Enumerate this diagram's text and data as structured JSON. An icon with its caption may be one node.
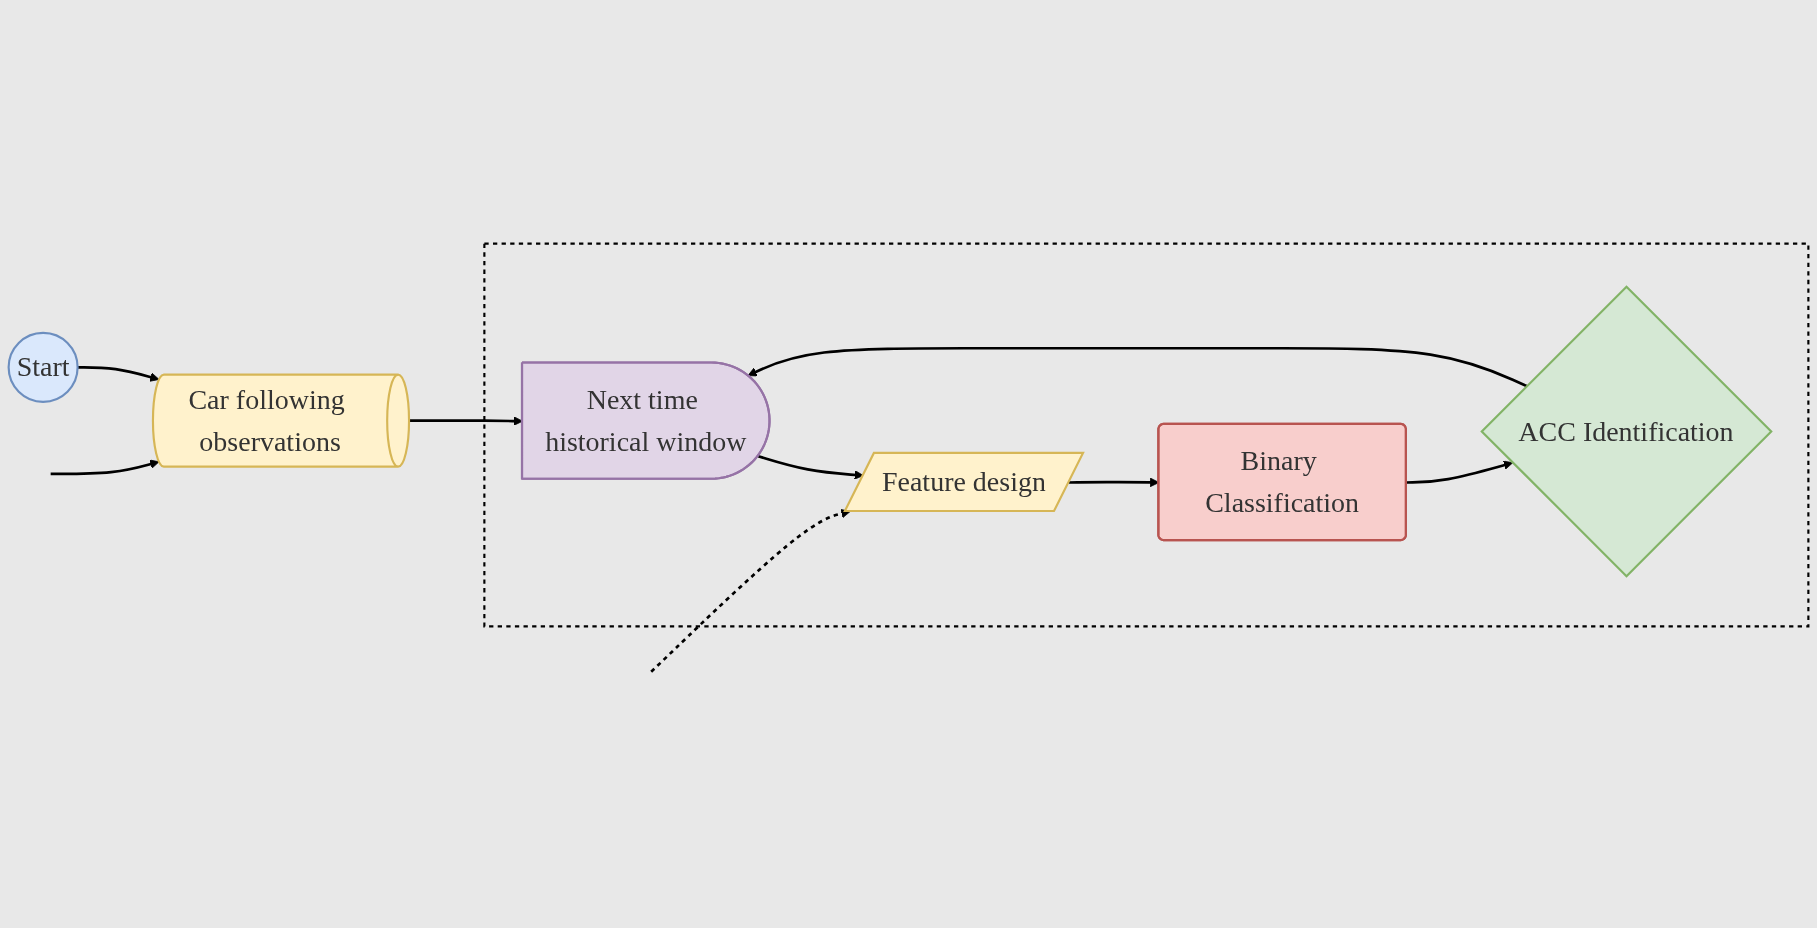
{
  "diagram": {
    "nodes": [
      {
        "text": [
          "Car following observations"
        ]
      },
      {
        "text": [],
        "shape": "box"
      },
      {
        "text": [
          "Next time historical window"
        ],
        "in": 1
      },
      {
        "text": [
          "Feature design"
        ],
        "in": 1
      },
      {
        "text": [
          "Start"
        ]
      },
      {
        "text": [
          "ACC Identification"
        ],
        "in": 1
      },
      {
        "text": [
          "Binary Classification"
        ],
        "in": 1
      }
    ],
    "edges": [
      {
        "from": null,
        "to": 0,
        "arrow": "to"
      },
      {
        "from": 4,
        "to": 0,
        "arrow": "to"
      },
      {
        "from": 0,
        "to": 2,
        "arrow": "to"
      },
      {
        "from": 2,
        "to": 3,
        "arrow": "to"
      },
      {
        "from": null,
        "to": 3,
        "arrow": "to",
        "style": "dashed"
      },
      {
        "from": 3,
        "to": 6,
        "arrow": "to"
      },
      {
        "from": 6,
        "to": 5,
        "arrow": "to"
      },
      {
        "from": 5,
        "to": 2,
        "arrow": "to"
      }
    ]
  }
}
